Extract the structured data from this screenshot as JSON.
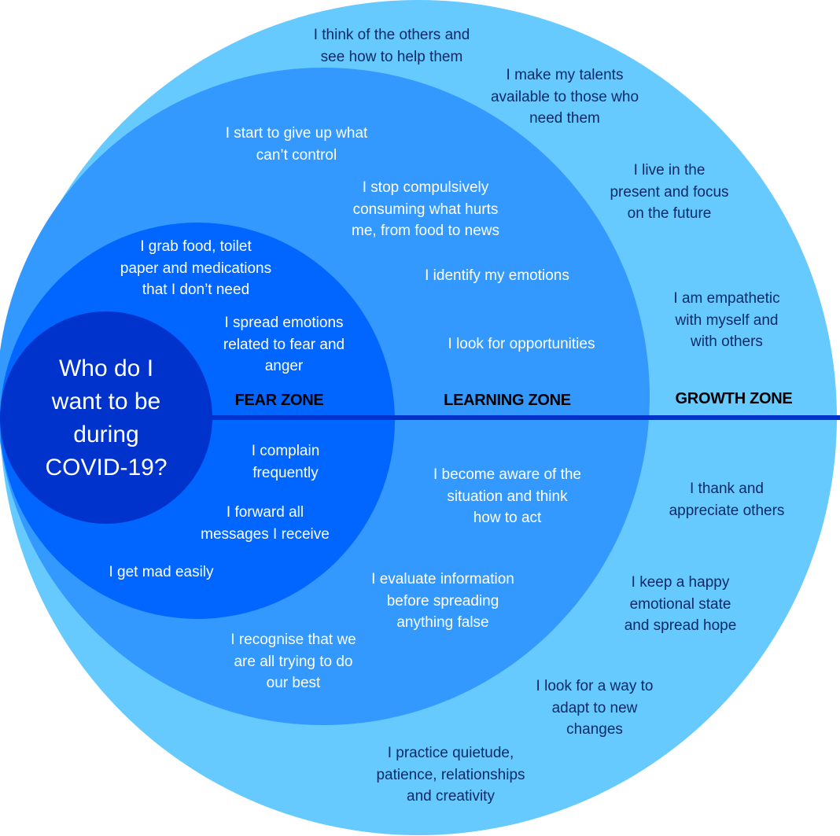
{
  "title": "Who do I want to be during COVID-19?",
  "colors": {
    "growth_zone": "#66caff",
    "learning_zone": "#3399ff",
    "fear_zone": "#0066ff",
    "center": "#0033cc",
    "divider": "#0033cc",
    "dark_text": "#0c2a66",
    "light_text": "#ffffff"
  },
  "center": {
    "lines": [
      "Who do I",
      "want to be",
      "during",
      "COVID-19?"
    ]
  },
  "zones": {
    "fear": {
      "label": "FEAR ZONE",
      "items": [
        {
          "lines": [
            "I grab food, toilet",
            "paper and medications",
            "that I don’t need"
          ]
        },
        {
          "lines": [
            "I spread emotions",
            "related to fear and",
            "anger"
          ]
        },
        {
          "lines": [
            "I complain",
            "frequently"
          ]
        },
        {
          "lines": [
            "I forward all",
            "messages I receive"
          ]
        },
        {
          "lines": [
            "I get mad easily"
          ]
        }
      ]
    },
    "learning": {
      "label": "LEARNING ZONE",
      "items": [
        {
          "lines": [
            "I  start to give up what",
            "can’t control"
          ]
        },
        {
          "lines": [
            "I  stop compulsively",
            "consuming what hurts",
            "me, from food to news"
          ]
        },
        {
          "lines": [
            "I identify my emotions"
          ]
        },
        {
          "lines": [
            "I look for opportunities"
          ]
        },
        {
          "lines": [
            "I become aware of the",
            "situation and think",
            "how to act"
          ]
        },
        {
          "lines": [
            "I evaluate information",
            "before spreading",
            "anything false"
          ]
        },
        {
          "lines": [
            "I recognise that we",
            "are all trying to do",
            "our best"
          ]
        }
      ]
    },
    "growth": {
      "label": "GROWTH ZONE",
      "items": [
        {
          "lines": [
            "I  think of the others and",
            "see how to help them"
          ]
        },
        {
          "lines": [
            "I  make my talents",
            "available to those who",
            "need them"
          ]
        },
        {
          "lines": [
            "I live in the",
            "present and focus",
            "on the future"
          ]
        },
        {
          "lines": [
            "I am empathetic",
            "with myself and",
            "with others"
          ]
        },
        {
          "lines": [
            "I thank and",
            "appreciate others"
          ]
        },
        {
          "lines": [
            "I keep a happy",
            "emotional state",
            "and spread hope"
          ]
        },
        {
          "lines": [
            "I look for a way to",
            "adapt to new",
            "changes"
          ]
        },
        {
          "lines": [
            "I practice quietude,",
            "patience, relationships",
            "and creativity"
          ]
        }
      ]
    }
  }
}
